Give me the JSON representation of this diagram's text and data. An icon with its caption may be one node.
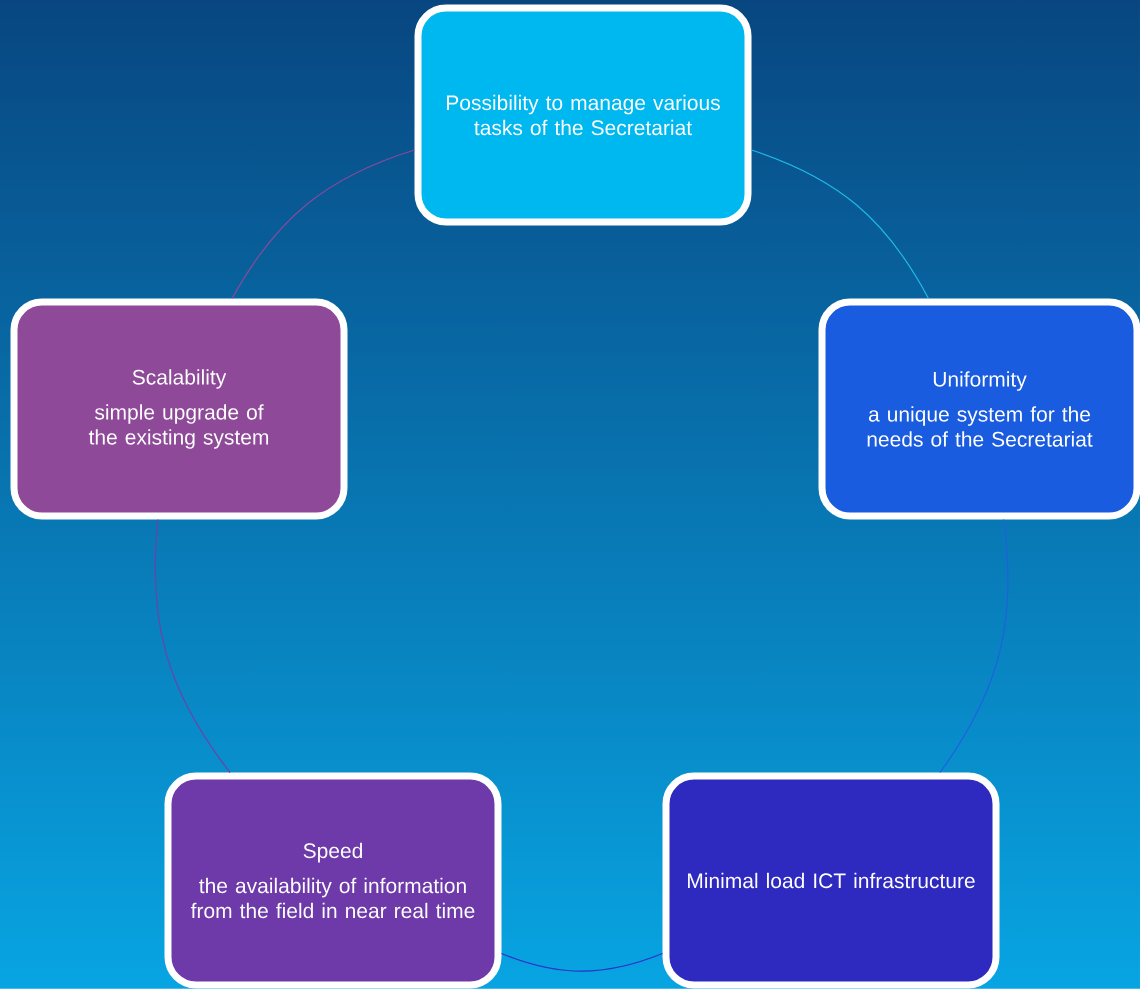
{
  "diagram": {
    "nodes": [
      {
        "text": [
          "Possibility to manage various tasks of the Secretariat"
        ]
      },
      {
        "text": [
          "Uniformity",
          "a unique system for the needs of the Secretariat"
        ]
      },
      {
        "text": [
          "Minimal load ICT infrastructure"
        ]
      },
      {
        "text": [
          "Speed",
          "the availability of information from the field in near real time"
        ]
      },
      {
        "text": [
          "Scalability",
          "simple upgrade of the existing system"
        ]
      }
    ],
    "edges": [
      {
        "from": 0,
        "to": 1,
        "arrow": "none",
        "color": "#20b8e8"
      },
      {
        "from": 1,
        "to": 2,
        "arrow": "none",
        "color": "#2060e0"
      },
      {
        "from": 2,
        "to": 3,
        "arrow": "none",
        "color": "#2a30c8"
      },
      {
        "from": 3,
        "to": 4,
        "arrow": "none",
        "color": "#7040a8"
      },
      {
        "from": 4,
        "to": 0,
        "arrow": "none",
        "color": "#8a4a9a"
      }
    ]
  }
}
